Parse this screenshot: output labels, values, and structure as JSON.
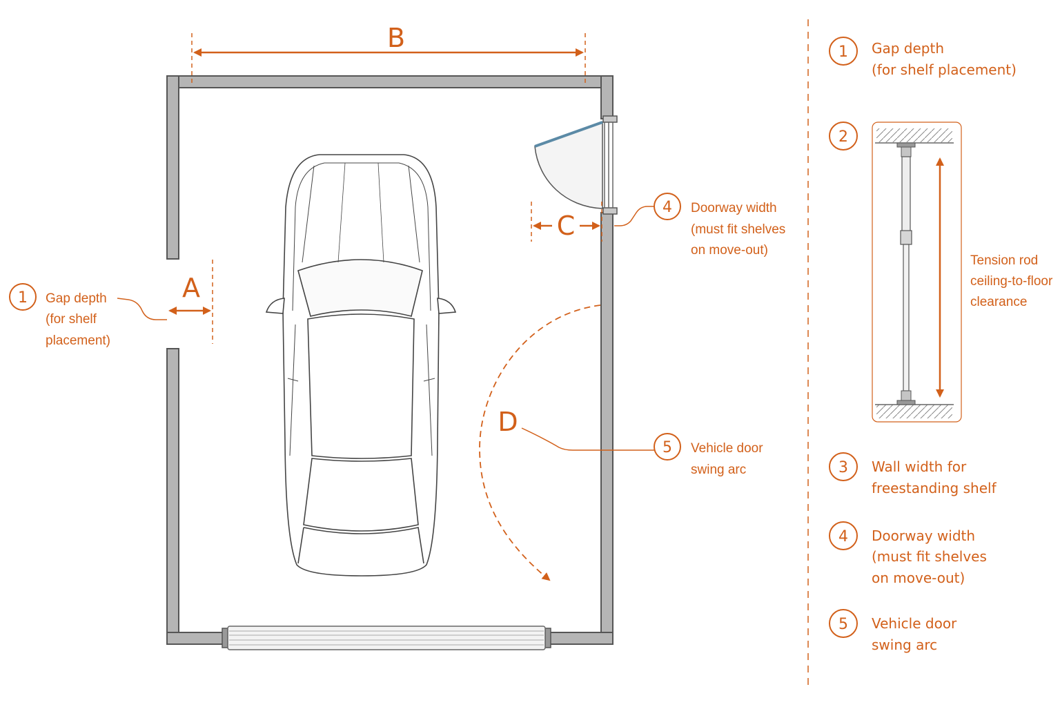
{
  "letters": {
    "a": "A",
    "b": "B",
    "c": "C",
    "d": "D"
  },
  "callouts": {
    "c1": {
      "num": "1",
      "line1": "Gap depth",
      "line2": "(for shelf",
      "line3": "placement)"
    },
    "c4": {
      "num": "4",
      "line1": "Doorway width",
      "line2": "(must fit shelves",
      "line3": "on move-out)"
    },
    "c5": {
      "num": "5",
      "line1": "Vehicle door",
      "line2": "swing arc"
    }
  },
  "legend": {
    "items": [
      {
        "num": "1",
        "lines": [
          "Gap depth",
          "(for shelf placement)"
        ]
      },
      {
        "num": "2",
        "lines": []
      },
      {
        "num": "3",
        "lines": [
          "Wall width for",
          "freestanding shelf"
        ]
      },
      {
        "num": "4",
        "lines": [
          "Doorway width",
          "(must fit shelves",
          "on move-out)"
        ]
      },
      {
        "num": "5",
        "lines": [
          "Vehicle door",
          "swing arc"
        ]
      }
    ],
    "tension_rod": [
      "Tension rod",
      "ceiling-to-floor",
      "clearance"
    ]
  },
  "colors": {
    "accent": "#d2601a",
    "wall": "#b5b5b5",
    "wall_stroke": "#555555",
    "car_stroke": "#444444"
  }
}
